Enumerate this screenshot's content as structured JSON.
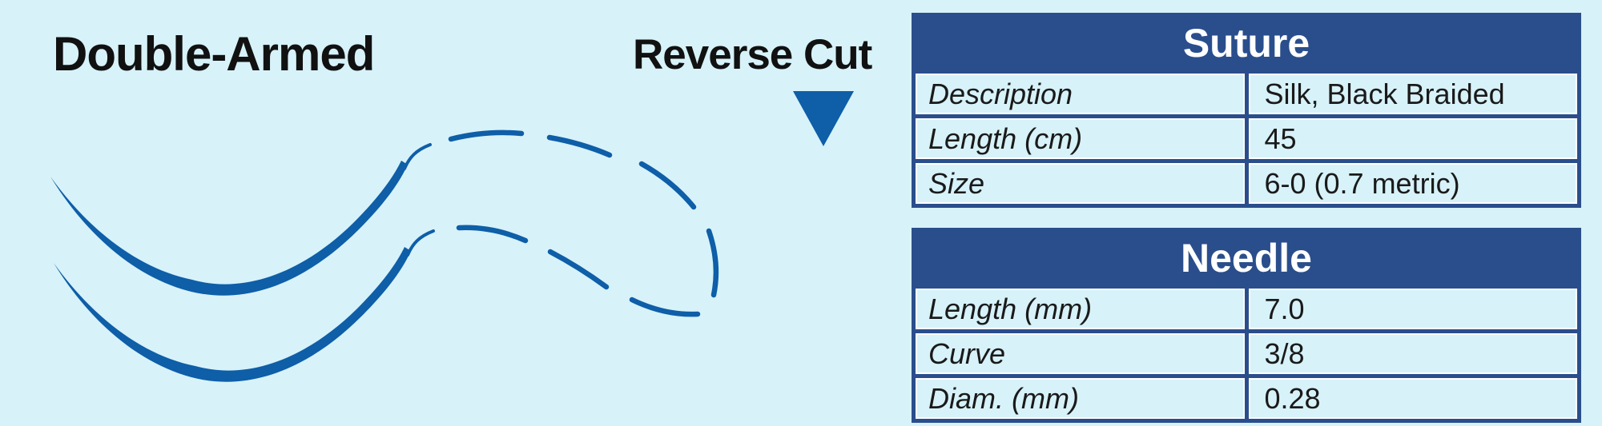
{
  "titles": {
    "double_armed": "Double-Armed",
    "reverse_cut": "Reverse Cut"
  },
  "icons": {
    "pointer": "triangle-down"
  },
  "colors": {
    "background": "#D7F2F9",
    "table_navy": "#2A4E8C",
    "needle_blue": "#0E5EA8",
    "header_text": "#FFFFFF",
    "body_text": "#1A1A1A"
  },
  "suture_table": {
    "title": "Suture",
    "rows": [
      {
        "label": "Description",
        "value": "Silk, Black Braided"
      },
      {
        "label": "Length (cm)",
        "value": "45"
      },
      {
        "label": "Size",
        "value": "6-0 (0.7 metric)"
      }
    ]
  },
  "needle_table": {
    "title": "Needle",
    "rows": [
      {
        "label": "Length (mm)",
        "value": "7.0"
      },
      {
        "label": "Curve",
        "value": "3/8"
      },
      {
        "label": "Diam. (mm)",
        "value": "0.28"
      }
    ]
  }
}
